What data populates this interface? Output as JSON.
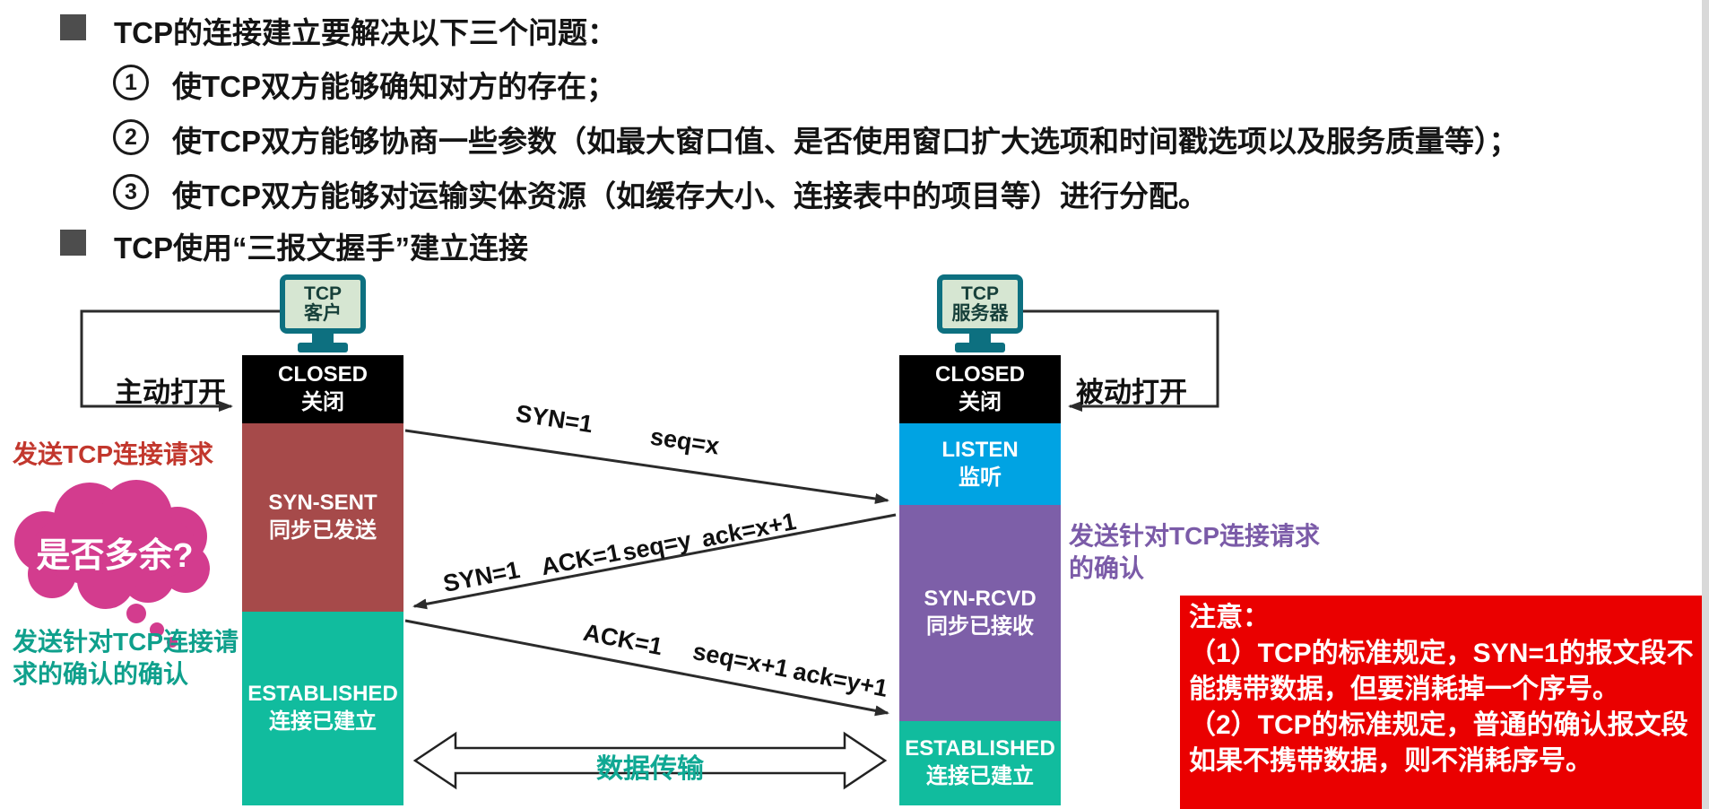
{
  "header": {
    "bullet1": "TCP的连接建立要解决以下三个问题：",
    "bullet2": "TCP使用“三报文握手”建立连接",
    "items": [
      {
        "num": "1",
        "text": "使TCP双方能够确知对方的存在；"
      },
      {
        "num": "2",
        "text": "使TCP双方能够协商一些参数（如最大窗口值、是否使用窗口扩大选项和时间戳选项以及服务质量等）；"
      },
      {
        "num": "3",
        "text": "使TCP双方能够对运输实体资源（如缓存大小、连接表中的项目等）进行分配。"
      }
    ]
  },
  "diagram": {
    "client": {
      "device": {
        "line1": "TCP",
        "line2": "客户"
      },
      "open_label": "主动打开",
      "states": [
        {
          "name": "CLOSED",
          "cn": "关闭",
          "color": "#000000"
        },
        {
          "name": "SYN-SENT",
          "cn": "同步已发送",
          "color": "#a64a4a"
        },
        {
          "name": "ESTABLISHED",
          "cn": "连接已建立",
          "color": "#11bc9e"
        }
      ]
    },
    "server": {
      "device": {
        "line1": "TCP",
        "line2": "服务器"
      },
      "open_label": "被动打开",
      "states": [
        {
          "name": "CLOSED",
          "cn": "关闭",
          "color": "#000000"
        },
        {
          "name": "LISTEN",
          "cn": "监听",
          "color": "#00a3e3"
        },
        {
          "name": "SYN-RCVD",
          "cn": "同步已接收",
          "color": "#7d5fa8"
        },
        {
          "name": "ESTABLISHED",
          "cn": "连接已建立",
          "color": "#11bc9e"
        }
      ]
    },
    "messages": {
      "syn": {
        "f1": "SYN=1",
        "f2": "seq=x"
      },
      "synack": {
        "f1": "SYN=1",
        "f2": "ACK=1",
        "f3": "seq=y",
        "f4": "ack=x+1"
      },
      "ack": {
        "f1": "ACK=1",
        "f2": "seq=x+1",
        "f3": "ack=y+1"
      }
    },
    "data_transfer": "数据传输",
    "annotations": {
      "send_request": "发送TCP连接请求",
      "redundant": "是否多余?",
      "ack_of_ack_line1": "发送针对TCP连接请",
      "ack_of_ack_line2": "求的确认的确认",
      "server_ack_line1": "发送针对TCP连接请求",
      "server_ack_line2": "的确认",
      "bubble_color": "#d33c8e"
    }
  },
  "note": {
    "title": "注意：",
    "p1": "（1）TCP的标准规定，SYN=1的报文段不能携带数据，但要消耗掉一个序号。",
    "p2": "（2）TCP的标准规定，普通的确认报文段如果不携带数据，则不消耗序号。"
  }
}
